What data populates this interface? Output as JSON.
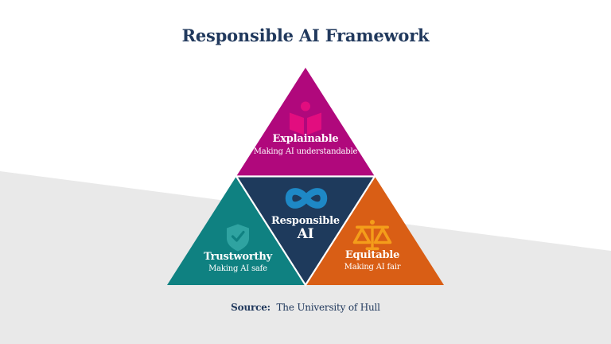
{
  "title": "Responsible AI Framework",
  "source": {
    "label": "Source:",
    "text": "The University of Hull"
  },
  "colors": {
    "background": "#ffffff",
    "band": "#e9e9e9",
    "title": "#21395d"
  },
  "pyramid": {
    "center": {
      "line1": "Responsible",
      "line2": "AI",
      "color": "#1e3a5c",
      "icon": "infinity-icon",
      "icon_color": "#1e88c6"
    },
    "sections": [
      {
        "label": "Explainable",
        "description": "Making AI understandable",
        "color": "#b0087c",
        "icon": "person-reading-icon",
        "icon_color": "#e20d7f"
      },
      {
        "label": "Trustworthy",
        "description": "Making AI safe",
        "color": "#0f8181",
        "icon": "shield-check-icon",
        "icon_color": "#2fa3a1"
      },
      {
        "label": "Equitable",
        "description": "Making AI fair",
        "color": "#d95e15",
        "icon": "scales-icon",
        "icon_color": "#f49d1a"
      }
    ]
  }
}
